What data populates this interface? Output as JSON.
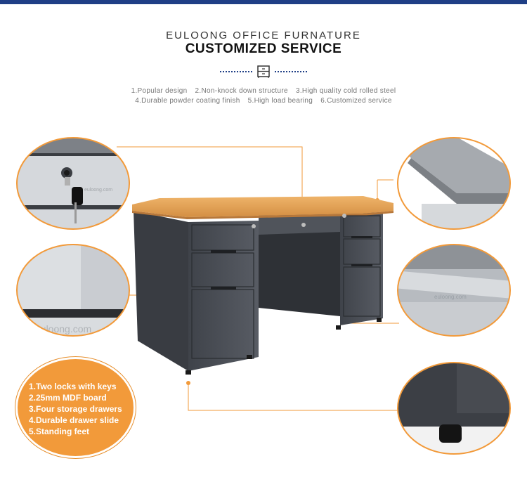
{
  "header": {
    "brand": "EULOONG OFFICE FURNATURE",
    "title": "CUSTOMIZED SERVICE"
  },
  "features": [
    "1.Popular design",
    "2.Non-knock down structure",
    "3.High quality cold rolled steel",
    "4.Durable powder coating finish",
    "5.High load bearing",
    "6.Customized service"
  ],
  "callout": {
    "items": [
      "1.Two locks with keys",
      "2.25mm MDF board",
      "3.Four storage drawers",
      "4.Durable drawer slide",
      "5.Standing feet"
    ]
  },
  "watermark": "euloong.com",
  "colors": {
    "topbar": "#1f3f86",
    "accent_orange": "#f29a3a",
    "desk_top": "#e2a458",
    "desk_body": "#4b4f57",
    "light_gray": "#c7cbd0"
  },
  "icons": {
    "divider": "drawer-cabinet-icon"
  }
}
